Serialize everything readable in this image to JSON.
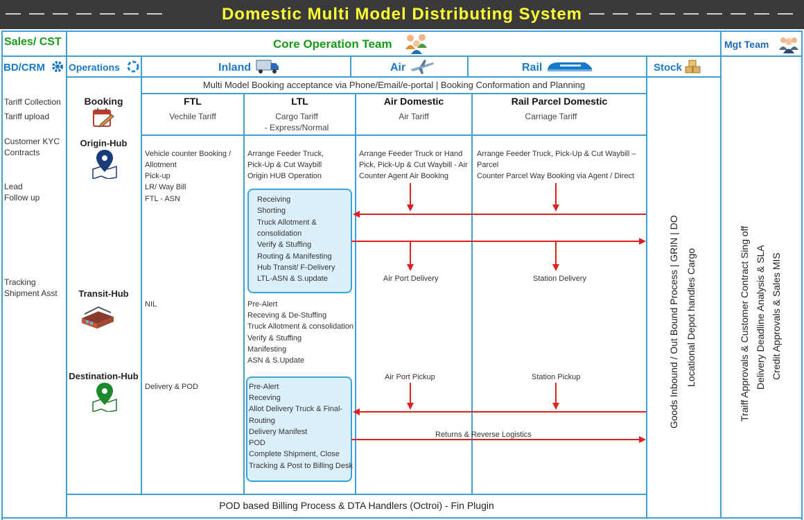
{
  "title": "Domestic Multi Model Distributing System",
  "header": {
    "sales": "Sales/ CST",
    "core": "Core Operation Team",
    "mgt": "Mgt Team"
  },
  "row2": {
    "bdcrm": "BD/CRM",
    "operations": "Operations",
    "inland": "Inland",
    "air": "Air",
    "rail": "Rail",
    "stock": "Stock"
  },
  "banner_top": "Multi Model Booking acceptance via Phone/Email/e-portal | Booking Conformation and Planning",
  "left_col": {
    "tariff_collection": "Tariff Collection",
    "tariff_upload": "Tariff  upload",
    "customer_kyc": "Customer  KYC",
    "contracts": "Contracts",
    "lead": "Lead",
    "follow_up": "Follow up",
    "tracking": "Tracking",
    "shipment_asst": "Shipment Asst"
  },
  "ops": {
    "booking": "Booking",
    "origin": "Origin-Hub",
    "transit": "Transit-Hub",
    "destination": "Destination-Hub"
  },
  "modes": {
    "ftl": "FTL",
    "ltl": "LTL",
    "air_domestic": "Air Domestic",
    "rail_parcel": "Rail Parcel Domestic",
    "ftl_sub": "Vechile Tariff",
    "ltl_sub1": "Cargo Tariff",
    "ltl_sub2": "- Express/Normal",
    "air_sub": "Air Tariff",
    "rail_sub": "Carriage Tariff"
  },
  "ftl_col": {
    "origin": [
      "Vehicle counter Booking /",
      "Allotment",
      "Pick-up",
      "LR/ Way Bill",
      "FTL - ASN"
    ],
    "transit": "NIL",
    "destination": "Delivery & POD"
  },
  "ltl_col": {
    "origin": [
      "Arrange Feeder Truck,",
      "Pick-Up & Cut Waybill",
      "Origin HUB Operation"
    ],
    "box1": [
      "Receiving",
      "Shorting",
      "Truck Allotment &",
      "consolidation",
      "Verify & Stuffing",
      "Routing &  Manifesting",
      "Hub Transit/ F-Delivery",
      "LTL-ASN & S.update"
    ],
    "transit": [
      "Pre-Alert",
      "Receving & De-Stuffing",
      "Truck Allotment & consolidation",
      "Verify & Stuffing",
      "Manifesting",
      "ASN & S.Update"
    ],
    "box2": [
      "Pre-Alert",
      "Receving",
      "Allot Delivery Truck & Final-",
      "Routing",
      "Delivery Manifest",
      "POD",
      "Complete Shipment, Close",
      "Tracking & Post to Billing Desk"
    ]
  },
  "air_col": {
    "origin": [
      "Arrange Feeder Truck or Hand",
      "Pick, Pick-Up & Cut Waybill - Air",
      "Counter  Agent Air Booking"
    ],
    "delivery": "Air Port Delivery",
    "pickup": "Air Port Pickup"
  },
  "rail_col": {
    "origin": [
      "Arrange Feeder Truck, Pick-Up & Cut Waybill –",
      "Parcel",
      "Counter Parcel Way Booking    via Agent / Direct"
    ],
    "delivery": "Station Delivery",
    "pickup": "Station Pickup"
  },
  "returns": "Returns & Reverse Logistics",
  "stock_text": [
    "Goods Inbound / Out Bound Process | GRIN | DO",
    "Locational Depot handles Cargo"
  ],
  "mgt_text": [
    "Traiff Approvals & Customer Contract Sing off",
    "Delivery Deadline Analysis & SLA",
    "Credit Approvals & Sales  MIS"
  ],
  "footer": "POD based Billing Process & DTA Handlers (Octroi) - Fin Plugin",
  "colors": {
    "accent_blue": "#1a78c8",
    "green": "#169b16",
    "arrow_red": "#e02020",
    "title_yellow": "#ffff33",
    "grid_blue": "#3d9fd6"
  },
  "icons": [
    "gear-icon",
    "people-icon",
    "manager-icon",
    "truck-icon",
    "airplane-icon",
    "train-icon",
    "boxes-icon",
    "calendar-icon",
    "map-pin-icon",
    "warehouse-icon",
    "circle-arrows-icon"
  ]
}
